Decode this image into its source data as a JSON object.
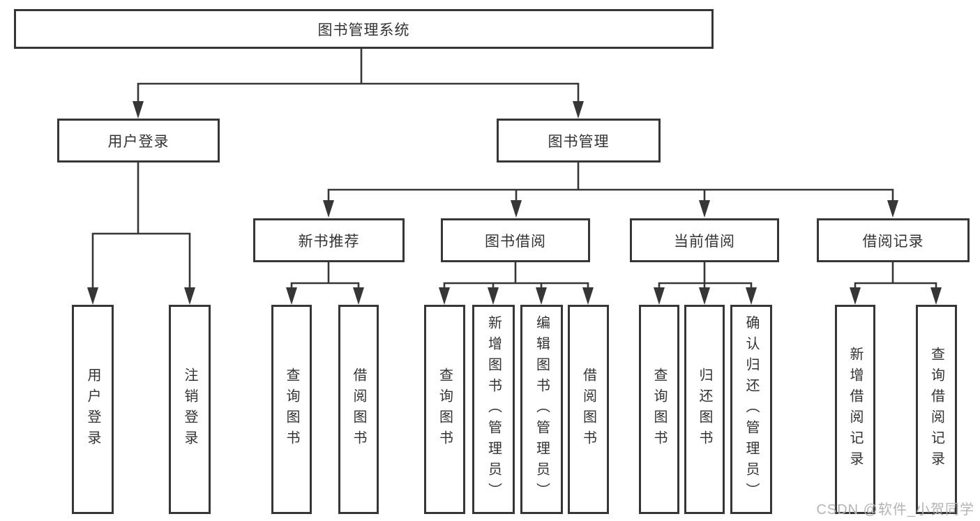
{
  "tree": {
    "root": {
      "label": "图书管理系统",
      "children": [
        {
          "label": "用户登录",
          "children": [
            {
              "label": "用户登录"
            },
            {
              "label": "注销登录"
            }
          ]
        },
        {
          "label": "图书管理",
          "children": [
            {
              "label": "新书推荐",
              "children": [
                {
                  "label": "查询图书"
                },
                {
                  "label": "借阅图书"
                }
              ]
            },
            {
              "label": "图书借阅",
              "children": [
                {
                  "label": "查询图书"
                },
                {
                  "label": "新增图书（管理员）"
                },
                {
                  "label": "编辑图书（管理员）"
                },
                {
                  "label": "借阅图书"
                }
              ]
            },
            {
              "label": "当前借阅",
              "children": [
                {
                  "label": "查询图书"
                },
                {
                  "label": "归还图书"
                },
                {
                  "label": "确认归还（管理员）"
                }
              ]
            },
            {
              "label": "借阅记录",
              "children": [
                {
                  "label": "新增借阅记录"
                },
                {
                  "label": "查询借阅记录"
                }
              ]
            }
          ]
        }
      ]
    }
  },
  "watermark": "CSDN @软件_小贺同学",
  "colors": {
    "line": "#363636",
    "text": "#333333",
    "watermark": "#b4b4b4",
    "background": "#ffffff"
  }
}
